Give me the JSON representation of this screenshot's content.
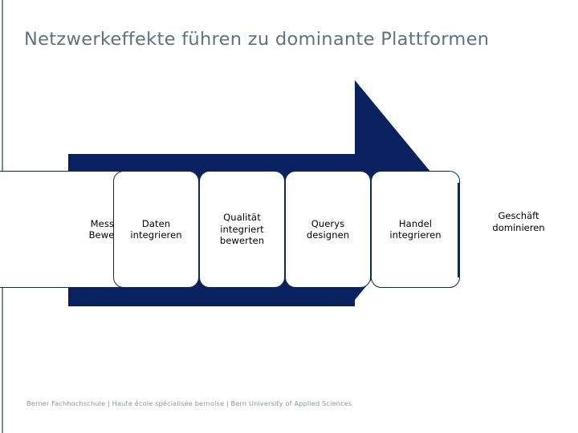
{
  "page": {
    "title": "Netzwerkeffekte führen zu dominante Plattformen",
    "background_color": "#ffffff",
    "title_color": "#607182",
    "accent_color": "#0a2160",
    "box_border_color": "#0d2a55",
    "footer_color": "#8c949c"
  },
  "diagram": {
    "type": "process-arrow",
    "direction": "right",
    "arrow_color": "#0a2160",
    "stages": [
      {
        "id": "stage-1",
        "label": "Messen /\nBewerten",
        "in_arrow": true
      },
      {
        "id": "stage-2",
        "label": "Daten\nintegrieren",
        "in_arrow": true
      },
      {
        "id": "stage-3",
        "label": "Qualität\nintegriert\nbewerten",
        "in_arrow": true
      },
      {
        "id": "stage-4",
        "label": "Querys\ndesignen",
        "in_arrow": true
      },
      {
        "id": "stage-5",
        "label": "Handel\nintegrieren",
        "in_arrow": true
      }
    ],
    "outcome": {
      "id": "stage-6",
      "label": "Geschäft\ndominieren",
      "in_arrow": false
    }
  },
  "footer": {
    "text": "Berner Fachhochschule | Haute école spécialisée bernoise | Bern University of Applied Sciences"
  }
}
